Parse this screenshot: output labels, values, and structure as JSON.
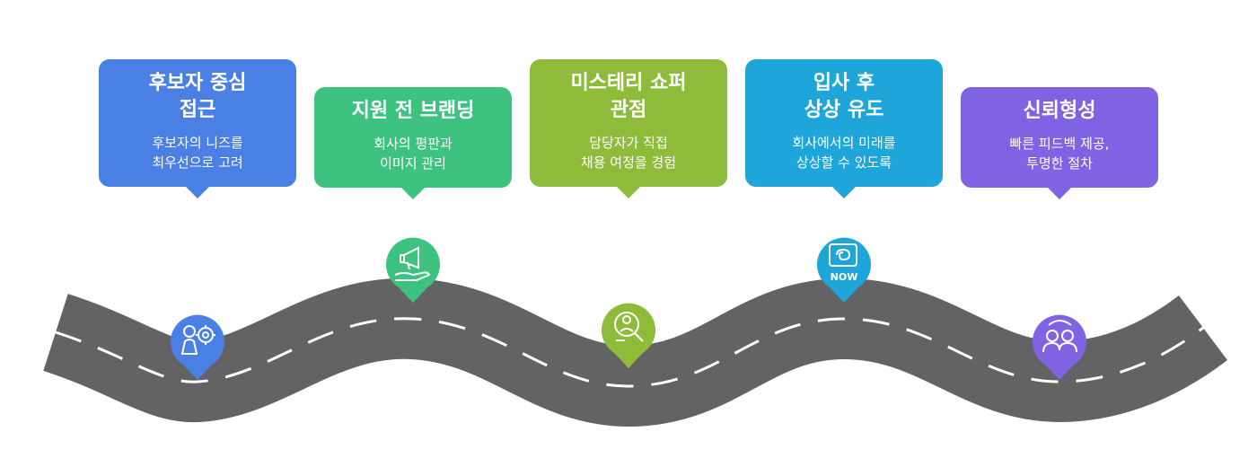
{
  "colors": {
    "road": "#636363",
    "lane": "#ffffff",
    "step1": "#4A7FE3",
    "step2": "#3DC27F",
    "step3": "#8EBB3A",
    "step4": "#1EA6DB",
    "step5": "#7F63E3"
  },
  "steps": [
    {
      "title": "후보자 중심\n접근",
      "desc": "후보자의 니즈를\n최우선으로 고려",
      "icon": "person-target-icon"
    },
    {
      "title": "지원 전 브랜딩",
      "desc": "회사의 평판과\n이미지 관리",
      "icon": "hand-megaphone-icon"
    },
    {
      "title": "미스테리 쇼퍼\n관점",
      "desc": "담당자가 직접\n채용 여정을 경험",
      "icon": "magnifier-person-icon"
    },
    {
      "title": "입사 후\n상상 유도",
      "desc": "회사에서의 미래를\n상상할 수 있도록",
      "icon": "now-future-icon"
    },
    {
      "title": "신뢰형성",
      "desc": "빠른 피드백 제공,\n투명한 절차",
      "icon": "people-trust-icon"
    }
  ],
  "pins": [
    {
      "label": ""
    },
    {
      "label": ""
    },
    {
      "label": ""
    },
    {
      "label": "NOW"
    },
    {
      "label": ""
    }
  ]
}
